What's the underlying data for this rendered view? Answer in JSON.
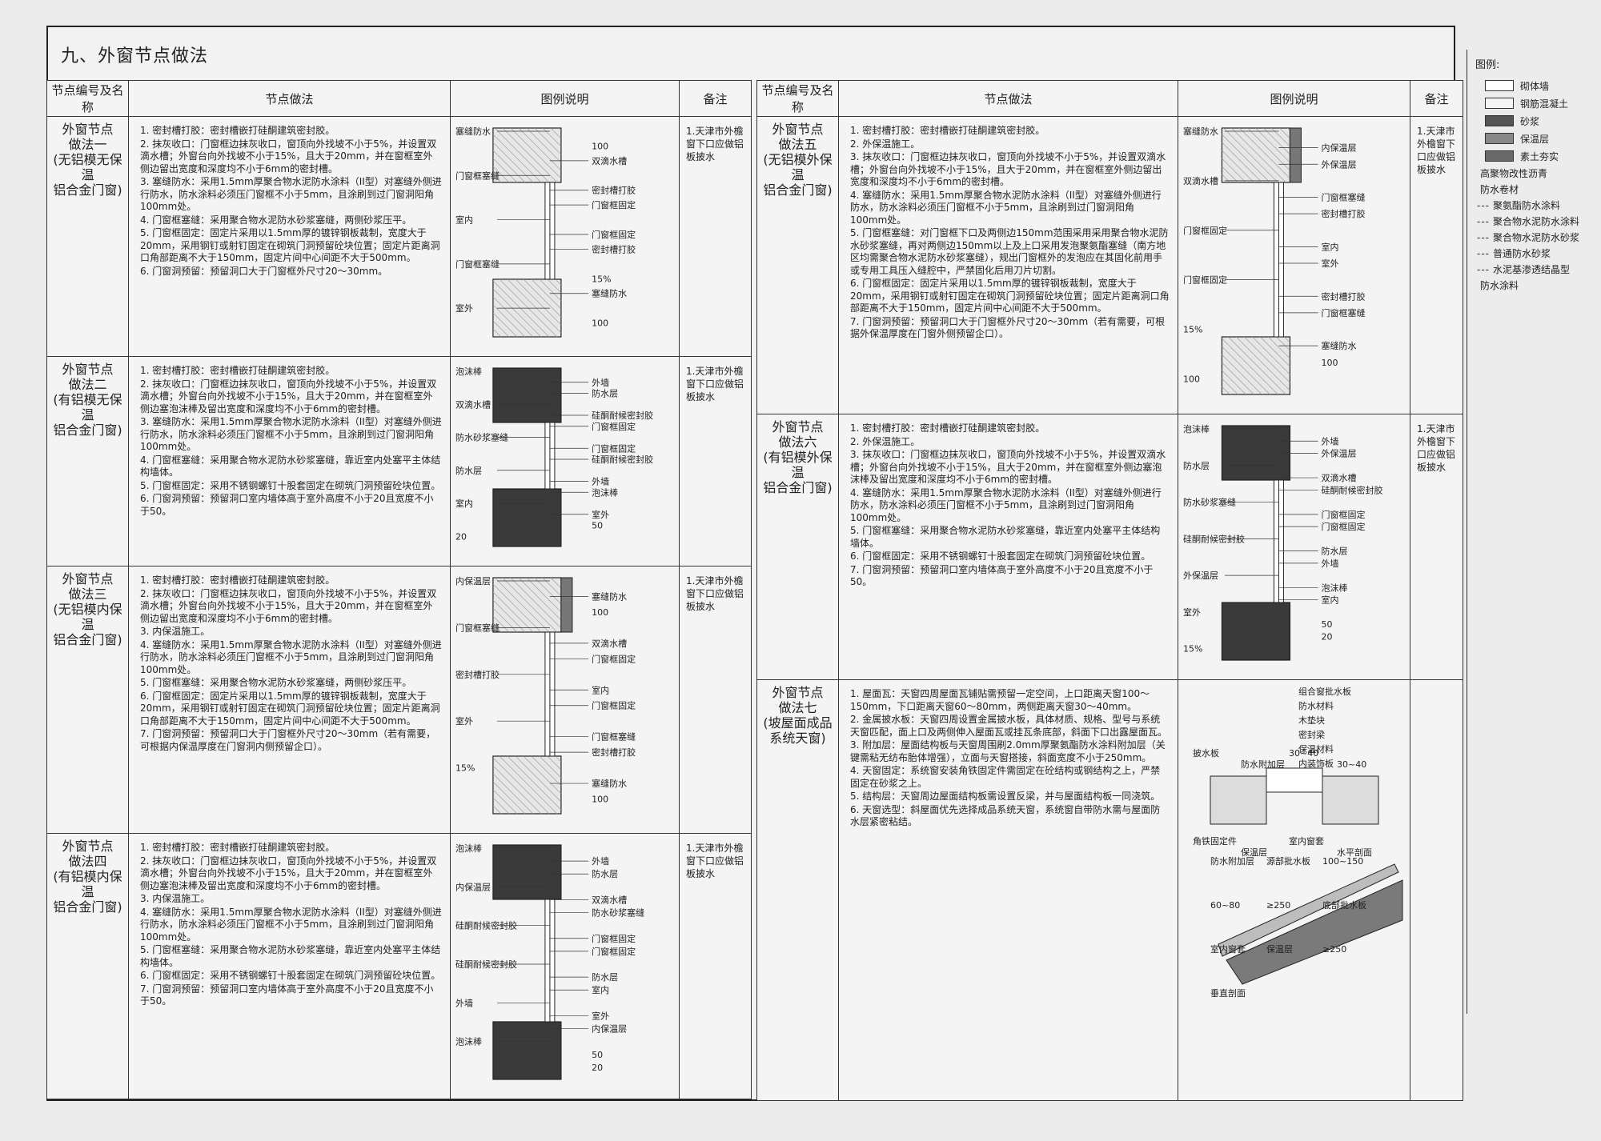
{
  "title": "九、外窗节点做法",
  "headers": {
    "node": "节点编号及名称",
    "method": "节点做法",
    "figure": "图例说明",
    "note": "备注"
  },
  "rows_left": [
    {
      "name": [
        "外窗节点",
        "做法一",
        "(无铝模无保温",
        "铝合金门窗)"
      ],
      "steps": [
        "1. 密封槽打胶：密封槽嵌打硅酮建筑密封胶。",
        "2. 抹灰收口：门窗框边抹灰收口，窗顶向外找坡不小于5%，并设置双滴水槽；外窗台向外找坡不小于15%，且大于20mm，并在窗框室外侧边留出宽度和深度均不小于6mm的密封槽。",
        "3. 塞缝防水：采用1.5mm厚聚合物水泥防水涂料（II型）对塞缝外侧进行防水，防水涂料必须压门窗框不小于5mm，且涂刷到过门窗洞阳角100mm处。",
        "4. 门窗框塞缝：采用聚合物水泥防水砂浆塞缝，两侧砂浆压平。",
        "5. 门窗框固定：固定片采用以1.5mm厚的镀锌钢板裁制，宽度大于20mm，采用钢钉或射钉固定在砌筑门洞预留砼块位置；固定片距离洞口角部距离不大于150mm，固定片间中心间距不大于500mm。",
        "6. 门窗洞预留：预留洞口大于门窗框外尺寸20～30mm。"
      ],
      "note": "1.天津市外檐窗下口应做铝板披水",
      "labels": [
        "塞缝防水",
        "100",
        "双滴水槽",
        "门窗框塞缝",
        "密封槽打胶",
        "门窗框固定",
        "室内",
        "门窗框固定",
        "密封槽打胶",
        "门窗框塞缝",
        "15%",
        "塞缝防水",
        "室外",
        "100"
      ]
    },
    {
      "name": [
        "外窗节点",
        "做法二",
        "(有铝模无保温",
        "铝合金门窗)"
      ],
      "steps": [
        "1. 密封槽打胶：密封槽嵌打硅酮建筑密封胶。",
        "2. 抹灰收口：门窗框边抹灰收口，窗顶向外找坡不小于5%，并设置双滴水槽；外窗台向外找坡不小于15%，且大于20mm，并在窗框室外侧边塞泡沫棒及留出宽度和深度均不小于6mm的密封槽。",
        "3. 塞缝防水：采用1.5mm厚聚合物水泥防水涂料（II型）对塞缝外侧进行防水，防水涂料必须压门窗框不小于5mm，且涂刷到过门窗洞阳角100mm处。",
        "4. 门窗框塞缝：采用聚合物水泥防水砂浆塞缝，靠近室内处塞平主体结构墙体。",
        "5. 门窗框固定：采用不锈钢螺钉十股套固定在砌筑门洞预留砼块位置。",
        "6. 门窗洞预留：预留洞口室内墙体高于室外高度不小于20且宽度不小于50。"
      ],
      "note": "1.天津市外檐窗下口应做铝板披水",
      "labels": [
        "泡沫棒",
        "外墙",
        "防水层",
        "双滴水槽",
        "硅酮耐候密封胶",
        "门窗框固定",
        "防水砂浆塞缝",
        "门窗框固定",
        "硅酮耐候密封胶",
        "防水层",
        "外墙",
        "泡沫棒",
        "室内",
        "室外",
        "50",
        "20"
      ]
    },
    {
      "name": [
        "外窗节点",
        "做法三",
        "(无铝模内保温",
        "铝合金门窗)"
      ],
      "steps": [
        "1. 密封槽打胶：密封槽嵌打硅酮建筑密封胶。",
        "2. 抹灰收口：门窗框边抹灰收口，窗顶向外找坡不小于5%，并设置双滴水槽；外窗台向外找坡不小于15%，且大于20mm，并在窗框室外侧边留出宽度和深度均不小于6mm的密封槽。",
        "3. 内保温施工。",
        "4. 塞缝防水：采用1.5mm厚聚合物水泥防水涂料（II型）对塞缝外侧进行防水，防水涂料必须压门窗框不小于5mm，且涂刷到过门窗洞阳角100mm处。",
        "5. 门窗框塞缝：采用聚合物水泥防水砂浆塞缝，两侧砂浆压平。",
        "6. 门窗框固定：固定片采用以1.5mm厚的镀锌钢板裁制，宽度大于20mm，采用钢钉或射钉固定在砌筑门洞预留砼块位置；固定片距离洞口角部距离不大于150mm，固定片间中心间距不大于500mm。",
        "7. 门窗洞预留：预留洞口大于门窗框外尺寸20～30mm（若有需要，可根据内保温厚度在门窗洞内侧预留企口）。"
      ],
      "note": "1.天津市外檐窗下口应做铝板披水",
      "labels": [
        "内保温层",
        "塞缝防水",
        "100",
        "门窗框塞缝",
        "双滴水槽",
        "门窗框固定",
        "密封槽打胶",
        "室内",
        "门窗框固定",
        "室外",
        "门窗框塞缝",
        "密封槽打胶",
        "15%",
        "塞缝防水",
        "100"
      ]
    },
    {
      "name": [
        "外窗节点",
        "做法四",
        "(有铝模内保温",
        "铝合金门窗)"
      ],
      "steps": [
        "1. 密封槽打胶：密封槽嵌打硅酮建筑密封胶。",
        "2. 抹灰收口：门窗框边抹灰收口，窗顶向外找坡不小于5%，并设置双滴水槽；外窗台向外找坡不小于15%，且大于20mm，并在窗框室外侧边塞泡沫棒及留出宽度和深度均不小于6mm的密封槽。",
        "3. 内保温施工。",
        "4. 塞缝防水：采用1.5mm厚聚合物水泥防水涂料（II型）对塞缝外侧进行防水，防水涂料必须压门窗框不小于5mm，且涂刷到过门窗洞阳角100mm处。",
        "5. 门窗框塞缝：采用聚合物水泥防水砂浆塞缝，靠近室内处塞平主体结构墙体。",
        "6. 门窗框固定：采用不锈钢螺钉十股套固定在砌筑门洞预留砼块位置。",
        "7. 门窗洞预留：预留洞口室内墙体高于室外高度不小于20且宽度不小于50。"
      ],
      "note": "1.天津市外檐窗下口应做铝板披水",
      "labels": [
        "泡沫棒",
        "外墙",
        "防水层",
        "内保温层",
        "双滴水槽",
        "防水砂浆塞缝",
        "硅酮耐候密封胶",
        "门窗框固定",
        "门窗框固定",
        "硅酮耐候密封胶",
        "防水层",
        "室内",
        "外墙",
        "室外",
        "内保温层",
        "泡沫棒",
        "50",
        "20"
      ]
    }
  ],
  "rows_right": [
    {
      "name": [
        "外窗节点",
        "做法五",
        "(无铝模外保温",
        "铝合金门窗)"
      ],
      "steps": [
        "1. 密封槽打胶：密封槽嵌打硅酮建筑密封胶。",
        "2. 外保温施工。",
        "3. 抹灰收口：门窗框边抹灰收口，窗顶向外找坡不小于5%，并设置双滴水槽；外窗台向外找坡不小于15%，且大于20mm，并在窗框室外侧边留出宽度和深度均不小于6mm的密封槽。",
        "4. 塞缝防水：采用1.5mm厚聚合物水泥防水涂料（II型）对塞缝外侧进行防水，防水涂料必须压门窗框不小于5mm，且涂刷到过门窗洞阳角100mm处。",
        "5. 门窗框塞缝：对门窗框下口及两侧边150mm范围采用采用聚合物水泥防水砂浆塞缝，再对两侧边150mm以上及上口采用发泡聚氨酯塞缝（南方地区均需聚合物水泥防水砂浆塞缝），规出门窗框外的发泡应在其固化前用手或专用工具压入缝腔中，严禁固化后用刀片切割。",
        "6. 门窗框固定：固定片采用以1.5mm厚的镀锌钢板裁制，宽度大于20mm，采用钢钉或射钉固定在砌筑门洞预留砼块位置；固定片距离洞口角部距离不大于150mm，固定片间中心间距不大于500mm。",
        "7. 门窗洞预留：预留洞口大于门窗框外尺寸20～30mm（若有需要，可根据外保温厚度在门窗外侧预留企口）。"
      ],
      "note": "1.天津市外檐窗下口应做铝板披水",
      "labels": [
        "塞缝防水",
        "内保温层",
        "外保温层",
        "双滴水槽",
        "门窗框塞缝",
        "密封槽打胶",
        "门窗框固定",
        "室内",
        "室外",
        "门窗框固定",
        "密封槽打胶",
        "门窗框塞缝",
        "15%",
        "塞缝防水",
        "100",
        "100"
      ]
    },
    {
      "name": [
        "外窗节点",
        "做法六",
        "(有铝模外保温",
        "铝合金门窗)"
      ],
      "steps": [
        "1. 密封槽打胶：密封槽嵌打硅酮建筑密封胶。",
        "2. 外保温施工。",
        "3. 抹灰收口：门窗框边抹灰收口，窗顶向外找坡不小于5%，并设置双滴水槽；外窗台向外找坡不小于15%，且大于20mm，并在窗框室外侧边塞泡沫棒及留出宽度和深度均不小于6mm的密封槽。",
        "4. 塞缝防水：采用1.5mm厚聚合物水泥防水涂料（II型）对塞缝外侧进行防水，防水涂料必须压门窗框不小于5mm，且涂刷到过门窗洞阳角100mm处。",
        "5. 门窗框塞缝：采用聚合物水泥防水砂浆塞缝，靠近室内处塞平主体结构墙体。",
        "6. 门窗框固定：采用不锈钢螺钉十股套固定在砌筑门洞预留砼块位置。",
        "7. 门窗洞预留：预留洞口室内墙体高于室外高度不小于20且宽度不小于50。"
      ],
      "note": "1.天津市外檐窗下口应做铝板披水",
      "labels": [
        "泡沫棒",
        "外墙",
        "外保温层",
        "防水层",
        "双滴水槽",
        "硅酮耐候密封胶",
        "防水砂浆塞缝",
        "门窗框固定",
        "门窗框固定",
        "硅酮耐候密封胶",
        "防水层",
        "外墙",
        "外保温层",
        "泡沫棒",
        "室内",
        "室外",
        "50",
        "20",
        "15%"
      ]
    },
    {
      "name": [
        "外窗节点",
        "做法七",
        "(坡屋面成品",
        "系统天窗)"
      ],
      "steps": [
        "1. 屋面瓦：天窗四周屋面瓦铺贴需预留一定空间，上口距离天窗100～150mm，下口距离天窗60～80mm，两侧距离天窗30～40mm。",
        "2. 金属披水板：天窗四周设置金属披水板，具体材质、规格、型号与系统天窗匹配，面上口及两侧伸入屋面瓦或挂瓦条底部，斜面下口出露屋面瓦。",
        "3. 附加层：屋面结构板与天窗周围刷2.0mm厚聚氨酯防水涂料附加层（关键需粘无纺布胎体增强），立面与天窗搭接，斜面宽度不小于250mm。",
        "4. 天窗固定：系统窗安装角铁固定件需固定在砼结构或钢结构之上，严禁固定在砂浆之上。",
        "5. 结构层：天窗周边屋面结构板需设置反梁，并与屋面结构板一同浇筑。",
        "6. 天窗选型：斜屋面优先选择成品系统天窗，系统窗自带防水需与屋面防水层紧密粘结。"
      ],
      "note": "",
      "labels": [
        "组合窗批水板",
        "防水材料",
        "木垫块",
        "密封梁",
        "保温材料",
        "内装饰板",
        "披水板",
        "防水附加层",
        "30~40",
        "30~40",
        "角铁固定件",
        "保温层",
        "室内窗套",
        "水平剖面",
        "防水附加层",
        "源部批水板",
        "100~150",
        "60~80",
        "≥250",
        "底部批水板",
        "室内窗套",
        "保温层",
        "≥250",
        "垂直剖面"
      ]
    }
  ],
  "legend": {
    "title": "图例:",
    "swatches": [
      {
        "label": "砌体墙",
        "fill": "#ffffff"
      },
      {
        "label": "钢筋混凝土",
        "fill": "#f4f4f4"
      },
      {
        "label": "砂浆",
        "fill": "#555555"
      },
      {
        "label": "保温层",
        "fill": "#888888"
      },
      {
        "label": "素土夯实",
        "fill": "#6a6a6a"
      }
    ],
    "lines": [
      {
        "dash": "",
        "label": "高聚物改性沥青"
      },
      {
        "dash": "",
        "label": "防水卷材"
      },
      {
        "dash": "---",
        "label": "聚氨酯防水涂料"
      },
      {
        "dash": "---",
        "label": "聚合物水泥防水涂料"
      },
      {
        "dash": "---",
        "label": "聚合物水泥防水砂浆"
      },
      {
        "dash": "---",
        "label": "普通防水砂浆"
      },
      {
        "dash": "---",
        "label": "水泥基渗透结晶型"
      },
      {
        "dash": "",
        "label": "防水涂料"
      }
    ]
  }
}
